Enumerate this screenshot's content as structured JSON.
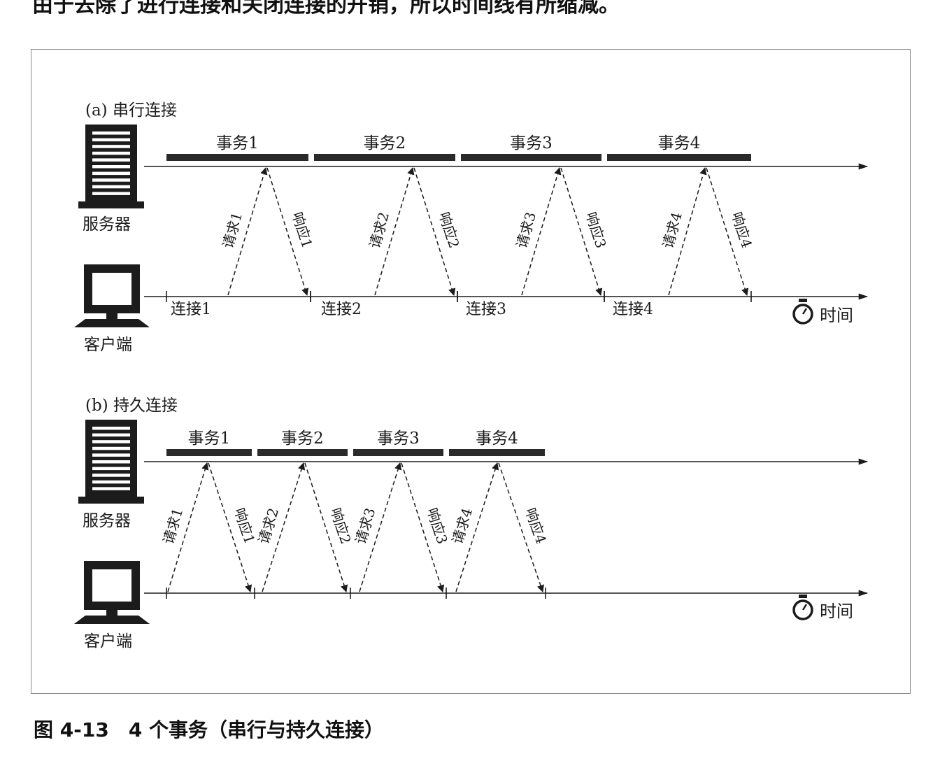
{
  "page": {
    "top_text": "由于去除了进行连接和关闭连接的开销，所以时间线有所缩减。",
    "caption": {
      "number": "图 4-13",
      "title": "4 个事务（串行与持久连接）"
    }
  },
  "panels": [
    {
      "id": "a",
      "title": "(a) 串行连接",
      "server_label": "服务器",
      "client_label": "客户端",
      "time_label": "时间",
      "transactions": [
        {
          "label": "事务1",
          "request": "请求1",
          "response": "响应1",
          "connection": "连接1"
        },
        {
          "label": "事务2",
          "request": "请求2",
          "response": "响应2",
          "connection": "连接2"
        },
        {
          "label": "事务3",
          "request": "请求3",
          "response": "响应3",
          "connection": "连接3"
        },
        {
          "label": "事务4",
          "request": "请求4",
          "response": "响应4",
          "connection": "连接4"
        }
      ]
    },
    {
      "id": "b",
      "title": "(b) 持久连接",
      "server_label": "服务器",
      "client_label": "客户端",
      "time_label": "时间",
      "transactions": [
        {
          "label": "事务1",
          "request": "请求1",
          "response": "响应1"
        },
        {
          "label": "事务2",
          "request": "请求2",
          "response": "响应2"
        },
        {
          "label": "事务3",
          "request": "请求3",
          "response": "响应3"
        },
        {
          "label": "事务4",
          "request": "请求4",
          "response": "响应4"
        }
      ]
    }
  ],
  "colors": {
    "ink": "#1c1c1c",
    "bar": "#2a2a2a",
    "frame": "#8a8a8a"
  }
}
